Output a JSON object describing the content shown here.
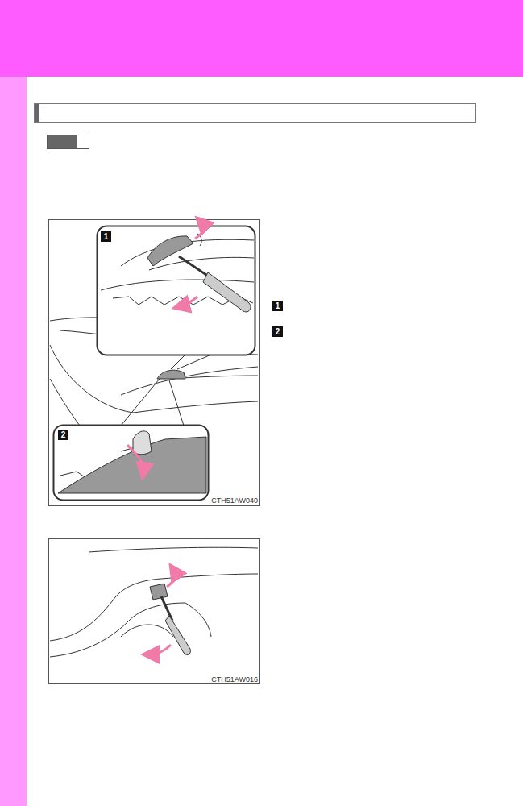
{
  "diagram": {
    "labels": [
      "1",
      "2",
      "1",
      "2",
      "CTH51AW040",
      "CTH51AW016"
    ]
  }
}
